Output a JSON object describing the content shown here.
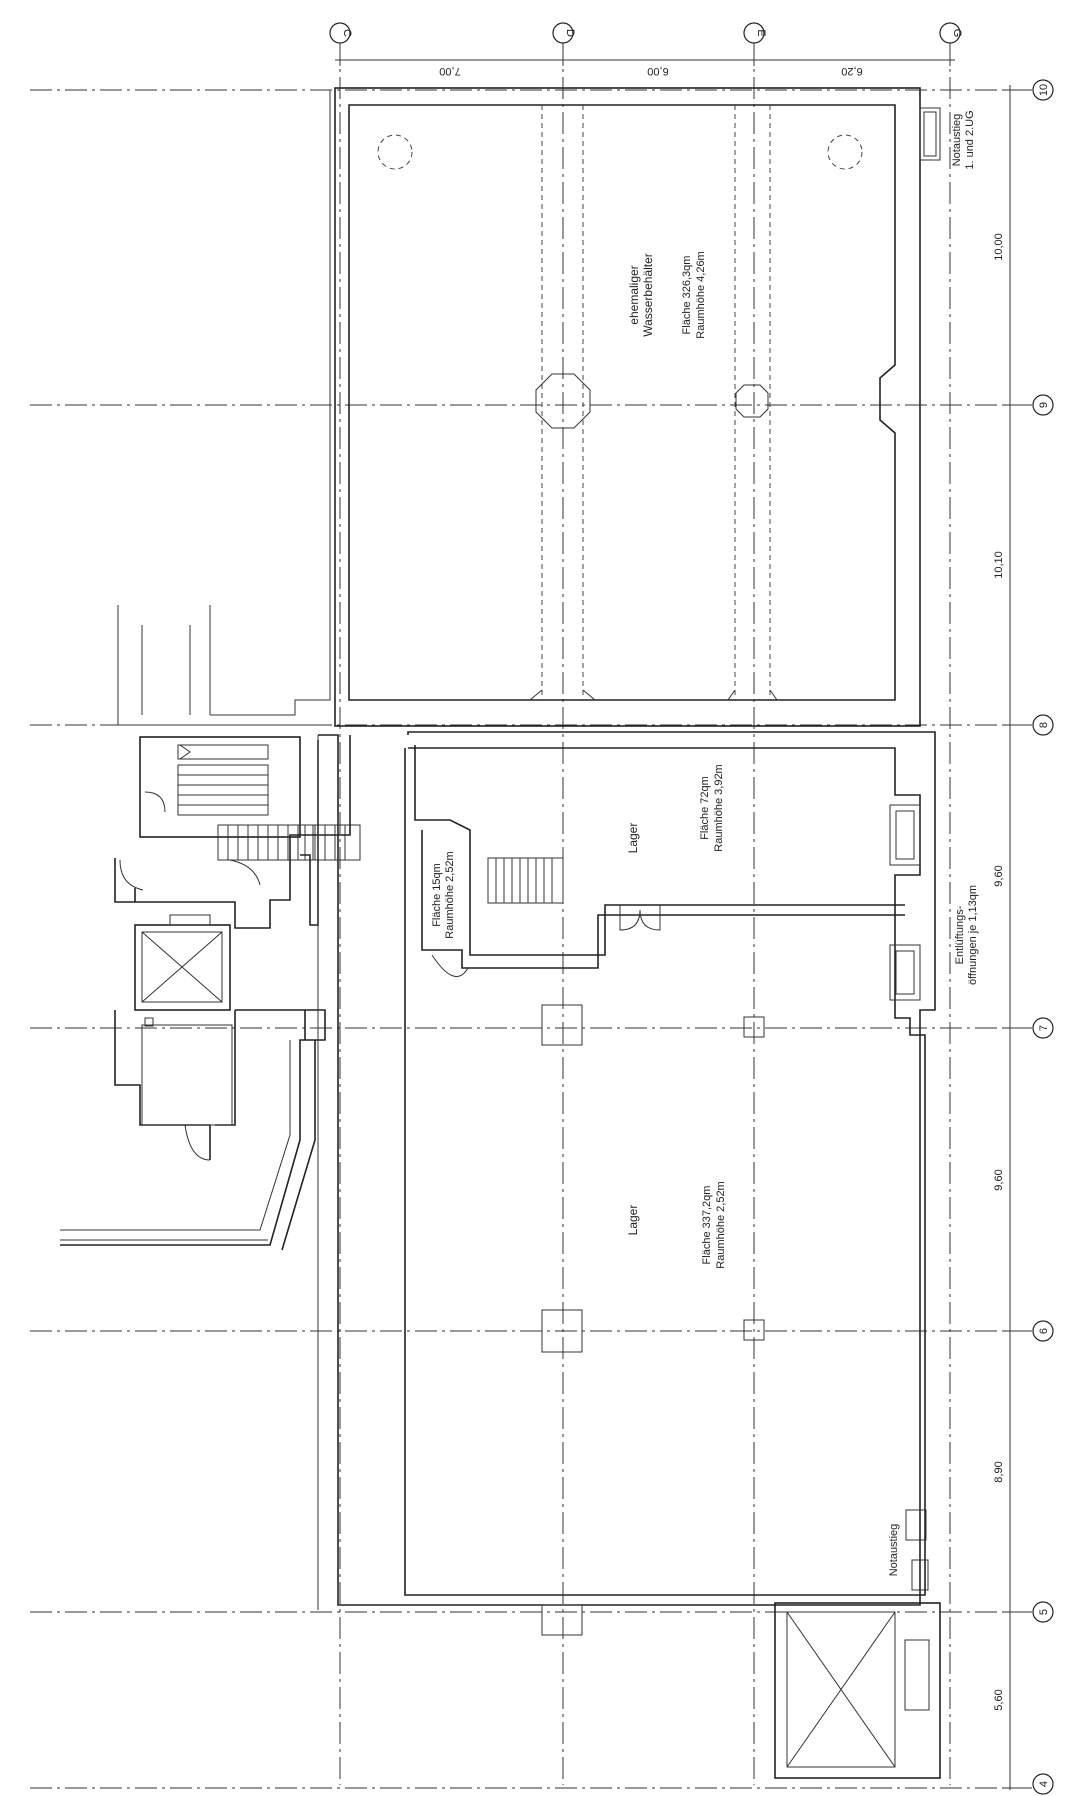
{
  "grid_labels": {
    "c": "C",
    "d": "D",
    "e": "E",
    "g": "G",
    "r10": "10",
    "r9": "9",
    "r8": "8",
    "r7": "7",
    "r6": "6",
    "r5": "5",
    "r4": "4"
  },
  "dimensions_top": {
    "cd": "7,00",
    "de": "6,00",
    "eg": "6,20"
  },
  "dimensions_right": {
    "d10_9": "10,00",
    "d9_8": "10,10",
    "d8_7": "9,60",
    "d7_6": "9,60",
    "d6_5": "8,90",
    "d5_4": "5,60"
  },
  "rooms": {
    "water_tank": {
      "name_line1": "ehemaliger",
      "name_line2": "Wasserbehälter",
      "area": "Fläche 326,3qm",
      "height": "Raumhöhe 4,26m"
    },
    "lager_small": {
      "name": "Lager",
      "area": "Fläche 72qm",
      "height": "Raumhöhe 3,92m"
    },
    "small_room": {
      "area": "Fläche 15qm",
      "height": "Raumhöhe 2,52m"
    },
    "lager_big": {
      "name": "Lager",
      "area": "Fläche 337,2qm",
      "height": "Raumhöhe 2,52m"
    }
  },
  "notes": {
    "emergency_top_line1": "Notaustieg",
    "emergency_top_line2": "1. und 2.UG",
    "ventilation_line1": "Entlüftungs-",
    "ventilation_line2": "öffnungen je 1,13qm",
    "emergency_bottom": "Notaustieg"
  }
}
